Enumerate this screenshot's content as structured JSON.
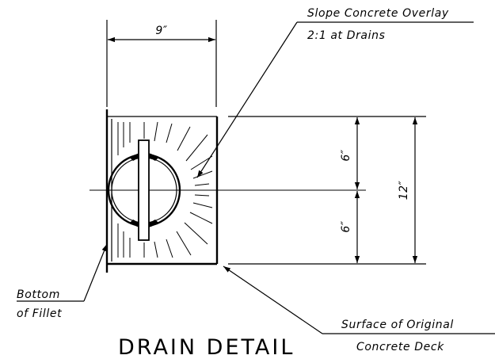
{
  "title": "DRAIN DETAIL",
  "dimensions": {
    "width": "9″",
    "upper_height": "6″",
    "lower_height": "6″",
    "total_height": "12″"
  },
  "notes": {
    "slope_line1": "Slope Concrete Overlay",
    "slope_line2": "2:1 at Drains",
    "fillet_line1": "Bottom",
    "fillet_line2": "of Fillet",
    "deck_line1": "Surface of Original",
    "deck_line2": "Concrete Deck"
  }
}
